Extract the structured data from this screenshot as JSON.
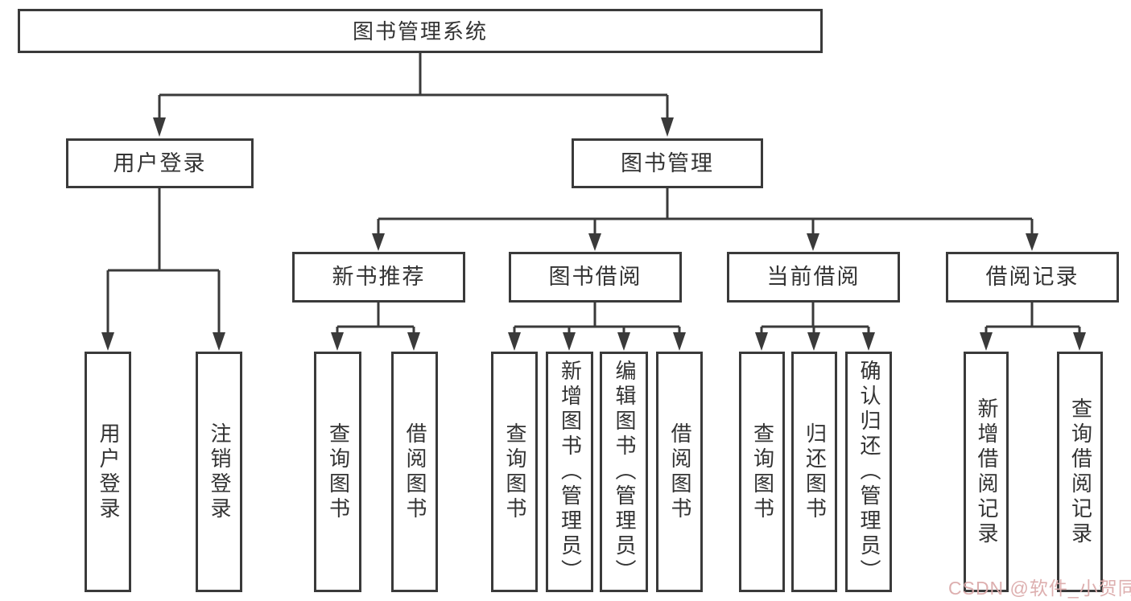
{
  "colors": {
    "line": "#3a3a3a",
    "border": "#3a3a3a",
    "text": "#333333",
    "watermark": "#dcabab",
    "background": "#ffffff"
  },
  "watermark": {
    "text": "CSDN @软件_小贺同学"
  },
  "tree": {
    "root_label": "图书管理系统",
    "level2": [
      {
        "label": "用户登录"
      },
      {
        "label": "图书管理"
      }
    ],
    "level3": [
      {
        "label": "新书推荐"
      },
      {
        "label": "图书借阅"
      },
      {
        "label": "当前借阅"
      },
      {
        "label": "借阅记录"
      }
    ],
    "leaves": {
      "user_login": [
        "用户登录",
        "注销登录"
      ],
      "new_book": [
        "查询图书",
        "借阅图书"
      ],
      "book_borrow": [
        "查询图书",
        "新增图书（管理员）",
        "编辑图书（管理员）",
        "借阅图书"
      ],
      "current_borrow": [
        "查询图书",
        "归还图书",
        "确认归还（管理员）"
      ],
      "borrow_record": [
        "新增借阅记录",
        "查询借阅记录"
      ]
    }
  }
}
